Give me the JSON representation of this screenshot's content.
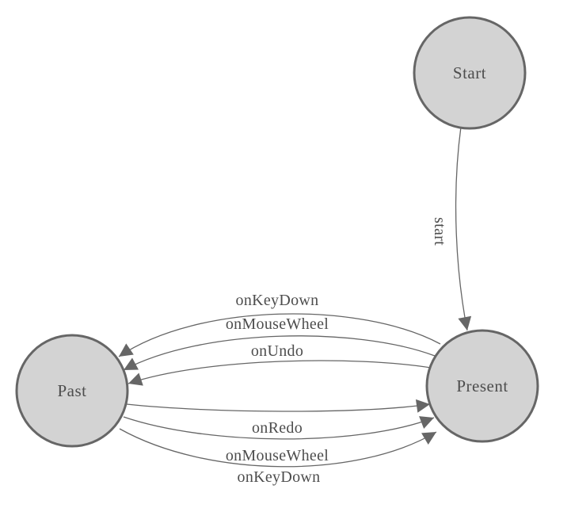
{
  "diagram": {
    "type": "state-machine",
    "nodes": [
      {
        "id": "start",
        "label": "Start"
      },
      {
        "id": "present",
        "label": "Present"
      },
      {
        "id": "past",
        "label": "Past"
      }
    ],
    "edges": [
      {
        "from": "start",
        "to": "present",
        "label": "start"
      },
      {
        "from": "present",
        "to": "past",
        "label": "onKeyDown"
      },
      {
        "from": "present",
        "to": "past",
        "label": "onMouseWheel"
      },
      {
        "from": "present",
        "to": "past",
        "label": "onUndo"
      },
      {
        "from": "past",
        "to": "present",
        "label": "onRedo"
      },
      {
        "from": "past",
        "to": "present",
        "label": "onMouseWheel"
      },
      {
        "from": "past",
        "to": "present",
        "label": "onKeyDown"
      }
    ],
    "colors": {
      "background": "#ffffff",
      "node_fill": "#d3d3d3",
      "node_border": "#666666",
      "edge_line": "#666666",
      "arrowhead": "#666666",
      "label_text": "#4d4d4d"
    }
  }
}
